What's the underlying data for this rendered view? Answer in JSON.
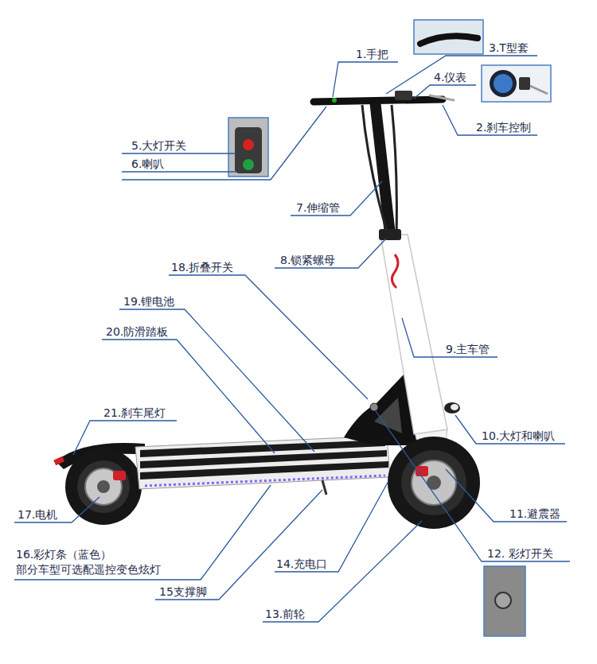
{
  "diagram": {
    "labels": [
      "1.手把",
      "3.T型套",
      "4.仪表",
      "2.刹车控制",
      "5.大灯开关",
      "6.喇叭",
      "7.伸缩管",
      "8.锁紧螺母",
      "18.折叠开关",
      "19.锂电池",
      "20.防滑踏板",
      "9.主车管",
      "21.刹车尾灯",
      "10.大灯和喇叭",
      "11.避震器",
      "17.电机",
      "12. 彩灯开关",
      "16.彩灯条（蓝色） 部分车型可选配遥控变色炫灯",
      "14.充电口",
      "15支撑脚",
      "13.前轮"
    ]
  }
}
